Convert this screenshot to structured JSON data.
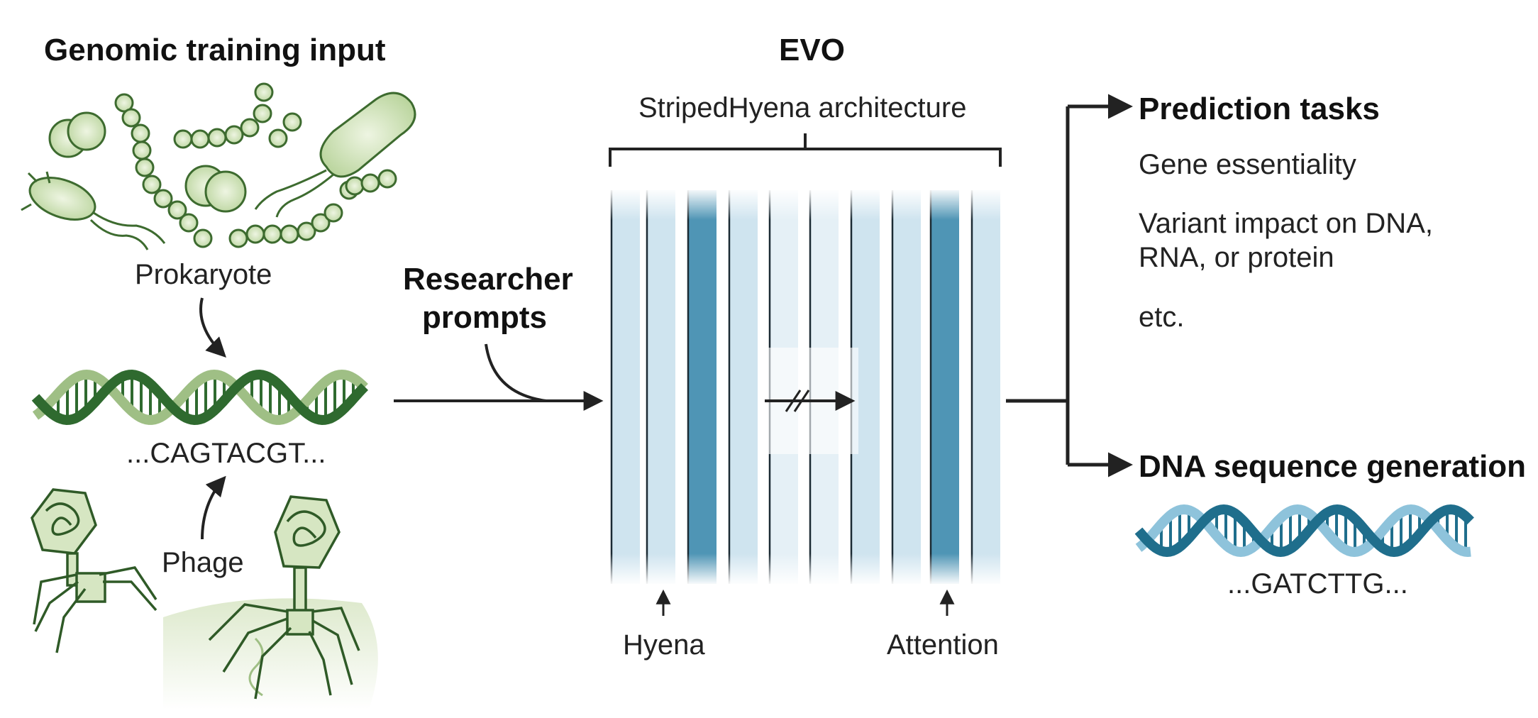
{
  "left_panel": {
    "title": "Genomic training input",
    "prokaryote_label": "Prokaryote",
    "phage_label": "Phage",
    "sequence": "...CAGTACGT..."
  },
  "prompt_label_line1": "Researcher",
  "prompt_label_line2": "prompts",
  "evo": {
    "title": "EVO",
    "architecture": "StripedHyena architecture",
    "hyena_label": "Hyena",
    "attention_label": "Attention"
  },
  "outputs": {
    "prediction_title": "Prediction tasks",
    "prediction_items": [
      "Gene essentiality",
      "Variant impact on DNA,",
      "RNA, or protein",
      "etc."
    ],
    "generation_title": "DNA sequence generation",
    "generated_sequence": "...GATCTTG..."
  },
  "colors": {
    "microbe_fill": "#cfe0b8",
    "microbe_stroke": "#3d6b2f",
    "dna_dark": "#2f6a2f",
    "dna_light": "#9fbf85",
    "stripe_light": "#cfe4ef",
    "stripe_dark": "#4f95b5",
    "gen_dna_dark": "#1f6e8c",
    "gen_dna_light": "#8ec3db",
    "line": "#222222"
  },
  "icons": [
    "bacteria-icon",
    "phage-icon",
    "dna-helix-icon",
    "arrow-icon"
  ]
}
